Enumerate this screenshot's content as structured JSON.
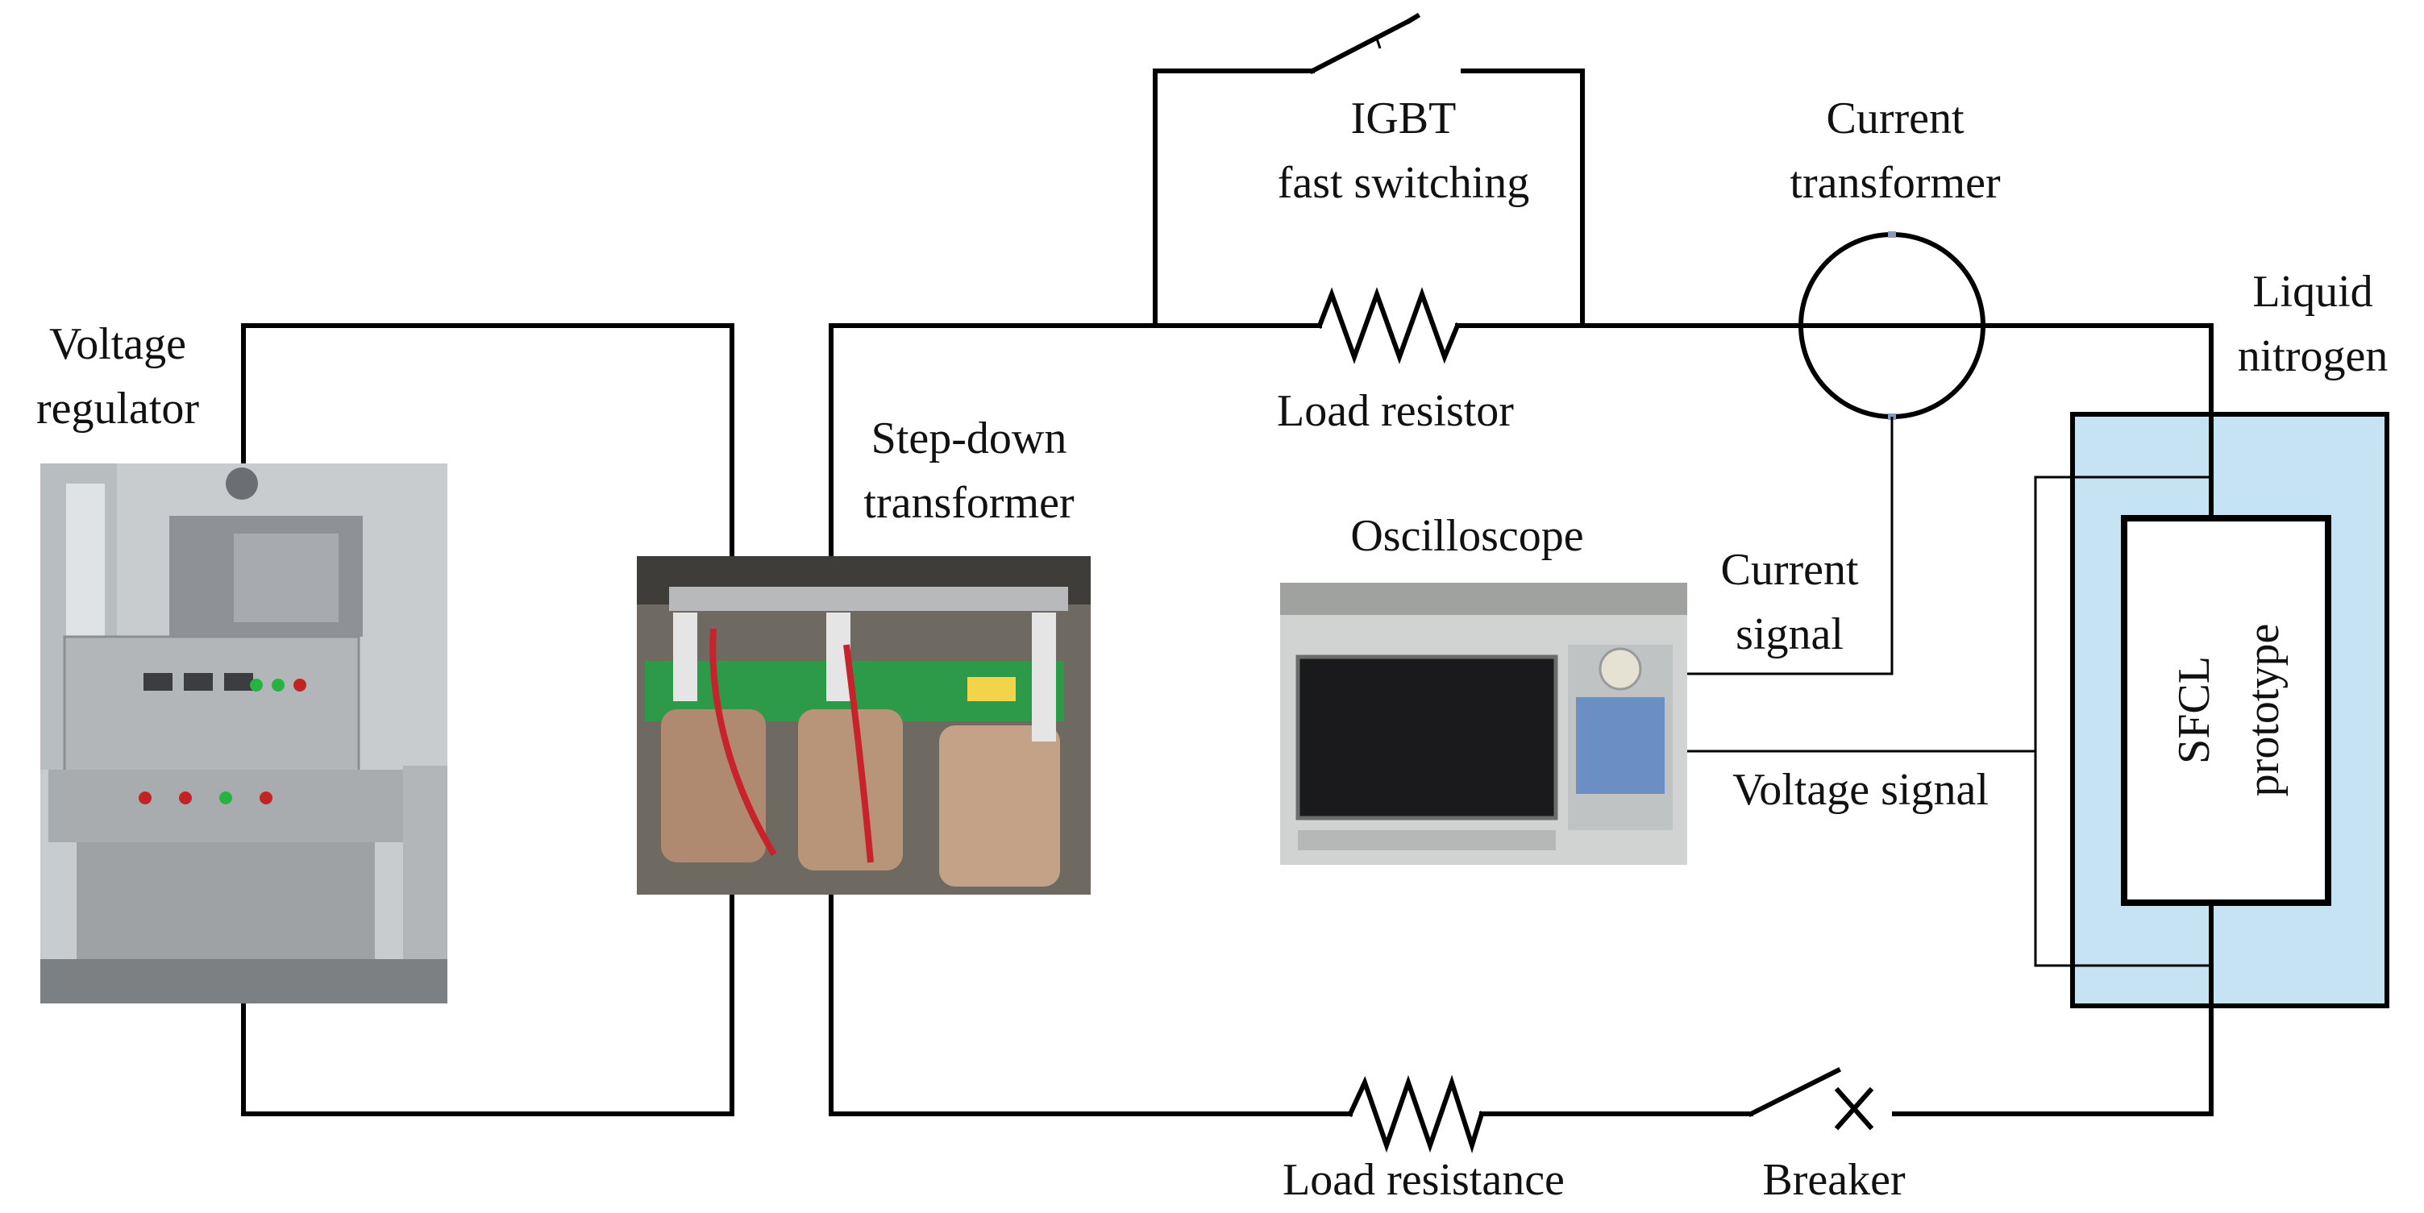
{
  "labels": {
    "voltage_regulator_1": "Voltage",
    "voltage_regulator_2": "regulator",
    "step_down_1": "Step-down",
    "step_down_2": "transformer",
    "igbt_1": "IGBT",
    "igbt_2": "fast switching",
    "load_resistor": "Load resistor",
    "current_transformer_1": "Current",
    "current_transformer_2": "transformer",
    "liquid_nitrogen_1": "Liquid",
    "liquid_nitrogen_2": "nitrogen",
    "oscilloscope": "Oscilloscope",
    "current_signal_1": "Current",
    "current_signal_2": "signal",
    "voltage_signal": "Voltage signal",
    "sfcl_1": "SFCL",
    "sfcl_2": "prototype",
    "load_resistance": "Load resistance",
    "breaker": "Breaker"
  },
  "photos": {
    "voltage_regulator": "voltage-regulator-cabinet-photo",
    "step_down_transformer": "three-phase-transformer-photo",
    "oscilloscope": "oscilloscope-photo"
  },
  "colors": {
    "wire": "#000000",
    "cryostat_fill": "#c5e3f3",
    "cryostat_edge": "#000000"
  }
}
